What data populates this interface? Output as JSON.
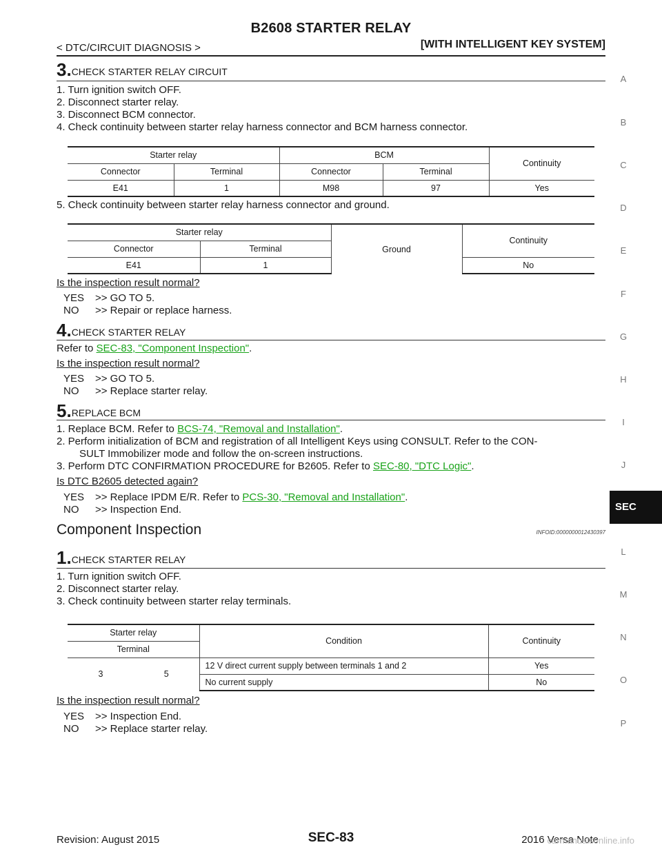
{
  "header": {
    "title": "B2608 STARTER RELAY",
    "breadcrumb": "< DTC/CIRCUIT DIAGNOSIS >",
    "variant": "[WITH INTELLIGENT KEY SYSTEM]"
  },
  "side_index": {
    "letters": [
      "A",
      "B",
      "C",
      "D",
      "E",
      "F",
      "G",
      "H",
      "I",
      "J",
      "L",
      "M",
      "N",
      "O",
      "P"
    ],
    "active": "SEC"
  },
  "step3": {
    "num": "3.",
    "title": "CHECK STARTER RELAY CIRCUIT",
    "lines": [
      "1. Turn ignition switch OFF.",
      "2. Disconnect starter relay.",
      "3. Disconnect BCM connector.",
      "4. Check continuity between starter relay harness connector and BCM harness connector."
    ],
    "table1": {
      "h_starter": "Starter relay",
      "h_bcm": "BCM",
      "h_cont": "Continuity",
      "h_conn1": "Connector",
      "h_term1": "Terminal",
      "h_conn2": "Connector",
      "h_term2": "Terminal",
      "row": [
        "E41",
        "1",
        "M98",
        "97",
        "Yes"
      ]
    },
    "line5": "5. Check continuity between starter relay harness connector and ground.",
    "table2": {
      "h_starter": "Starter relay",
      "h_ground": "Ground",
      "h_cont": "Continuity",
      "h_conn": "Connector",
      "h_term": "Terminal",
      "row": [
        "E41",
        "1",
        "No"
      ]
    },
    "question": "Is the inspection result normal?",
    "yes_key": "YES",
    "yes_text": ">> GO TO 5.",
    "no_key": "NO",
    "no_text": ">> Repair or replace harness."
  },
  "step4": {
    "num": "4.",
    "title": "CHECK STARTER RELAY",
    "refer_prefix": "Refer to ",
    "refer_link": "SEC-83, \"Component Inspection\"",
    "refer_suffix": ".",
    "question": "Is the inspection result normal?",
    "yes_key": "YES",
    "yes_text": ">> GO TO 5.",
    "no_key": "NO",
    "no_text": ">> Replace starter relay."
  },
  "step5": {
    "num": "5.",
    "title": "REPLACE BCM",
    "l1_prefix": "1. Replace BCM. Refer to ",
    "l1_link": "BCS-74, \"Removal and Installation\"",
    "l1_suffix": ".",
    "l2a": "2. Perform initialization of BCM and registration of all Intelligent Keys using CONSULT. Refer to the CON-",
    "l2b": "SULT Immobilizer mode and follow the on-screen instructions.",
    "l3_prefix": "3. Perform DTC CONFIRMATION PROCEDURE for B2605. Refer to ",
    "l3_link": "SEC-80, \"DTC Logic\"",
    "l3_suffix": ".",
    "question": "Is DTC B2605 detected again?",
    "yes_key": "YES",
    "yes_prefix": ">> Replace IPDM E/R. Refer to ",
    "yes_link": "PCS-30, \"Removal and Installation\"",
    "yes_suffix": ".",
    "no_key": "NO",
    "no_text": ">> Inspection End."
  },
  "component": {
    "heading": "Component Inspection",
    "infoid": "INFOID:0000000012430397",
    "num": "1.",
    "title": "CHECK STARTER RELAY",
    "lines": [
      "1. Turn ignition switch OFF.",
      "2. Disconnect starter relay.",
      "3. Check continuity between starter relay terminals."
    ],
    "table3": {
      "h_starter": "Starter relay",
      "h_term": "Terminal",
      "h_cond": "Condition",
      "h_cont": "Continuity",
      "t1": "3",
      "t2": "5",
      "r1_cond": "12 V direct current supply between terminals 1 and 2",
      "r1_cont": "Yes",
      "r2_cond": "No current supply",
      "r2_cont": "No"
    },
    "question": "Is the inspection result normal?",
    "yes_key": "YES",
    "yes_text": ">> Inspection End.",
    "no_key": "NO",
    "no_text": ">> Replace starter relay."
  },
  "footer": {
    "revision": "Revision: August 2015",
    "page": "SEC-83",
    "model": "2016 Versa Note",
    "watermark": "carmanualsonline.info"
  }
}
